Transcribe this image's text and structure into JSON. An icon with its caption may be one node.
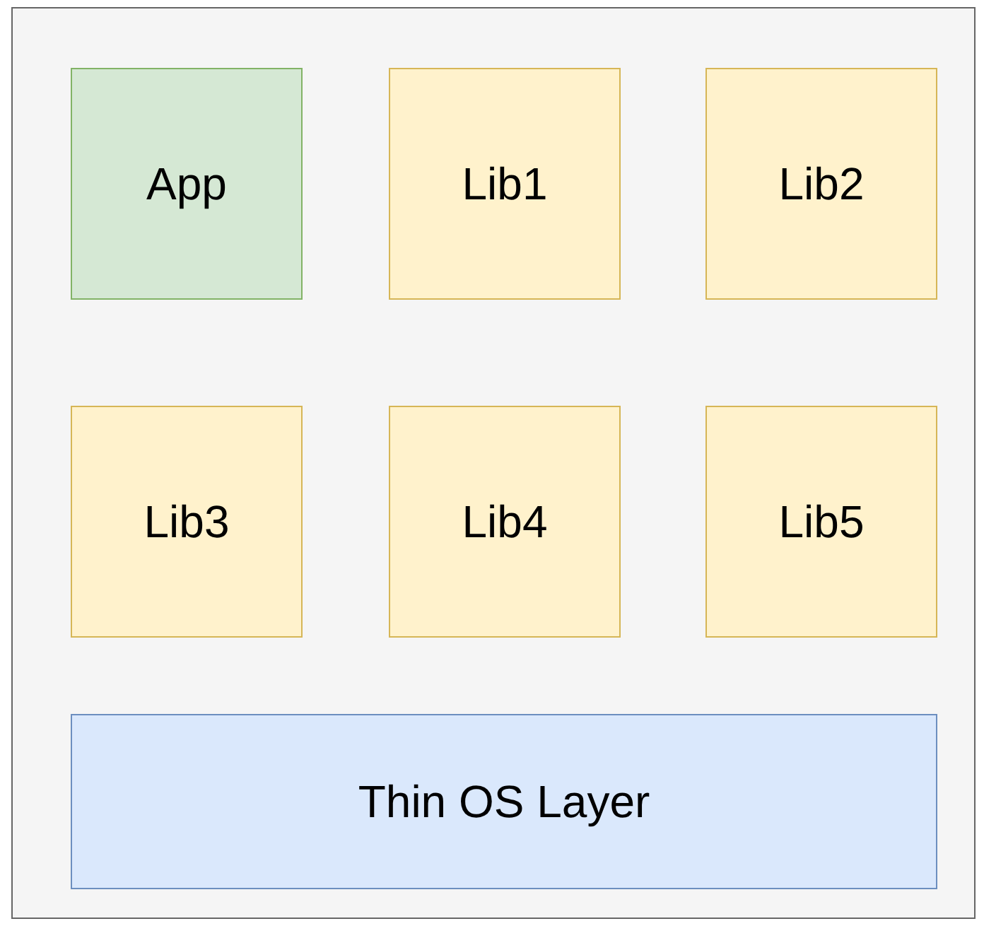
{
  "diagram": {
    "nodes": [
      {
        "text": [],
        "shape": "box"
      },
      {
        "text": [
          "App"
        ],
        "in": 0
      },
      {
        "text": [
          "Lib1"
        ],
        "in": 0
      },
      {
        "text": [
          "Lib2"
        ],
        "in": 0
      },
      {
        "text": [
          "Lib3"
        ],
        "in": 0
      },
      {
        "text": [
          "Lib4"
        ],
        "in": 0
      },
      {
        "text": [
          "Lib5"
        ],
        "in": 0
      },
      {
        "text": [
          "Thin OS Layer"
        ],
        "in": 0
      }
    ]
  }
}
